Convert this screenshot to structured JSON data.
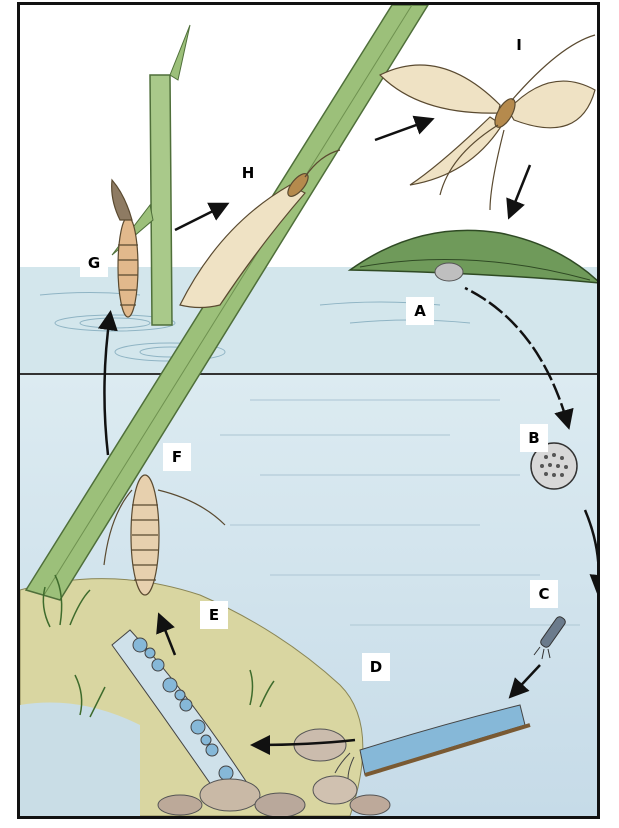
{
  "labels": {
    "a": "A",
    "b": "B",
    "c": "C",
    "d": "D",
    "e": "E",
    "f": "F",
    "g": "G",
    "h": "H",
    "i": "I"
  },
  "colors": {
    "sky": "#ffffff",
    "surface_water": "#d3e6ec",
    "deep_water": "#cfe2ec",
    "stem_green": "#9cc07a",
    "leaf_green": "#6f9a5a",
    "sand": "#d9d6a1",
    "wing": "#efe2c4",
    "pebble_blue": "#86b8d8",
    "arrow": "#111111"
  }
}
